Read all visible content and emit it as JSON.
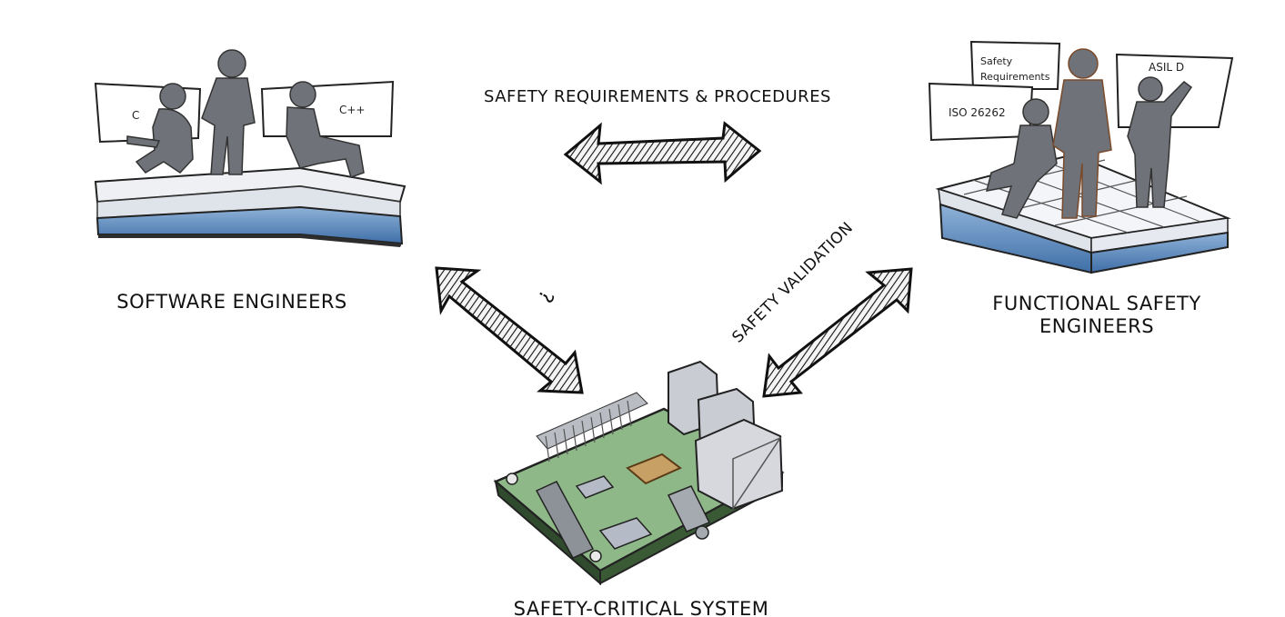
{
  "labels": {
    "software_engineers": "SOFTWARE ENGINEERS",
    "functional_safety_line1": "FUNCTIONAL SAFETY",
    "functional_safety_line2": "ENGINEERS",
    "safety_critical_system": "SAFETY-CRITICAL SYSTEM",
    "top_arrow": "SAFETY REQUIREMENTS & PROCEDURES",
    "right_arrow": "SAFETY VALIDATION",
    "left_arrow": "?"
  },
  "boards": {
    "software_left": "C",
    "software_right": "C++",
    "safety_requirements_line1": "Safety",
    "safety_requirements_line2": "Requirements",
    "asil": "ASIL D",
    "iso": "ISO 26262"
  }
}
